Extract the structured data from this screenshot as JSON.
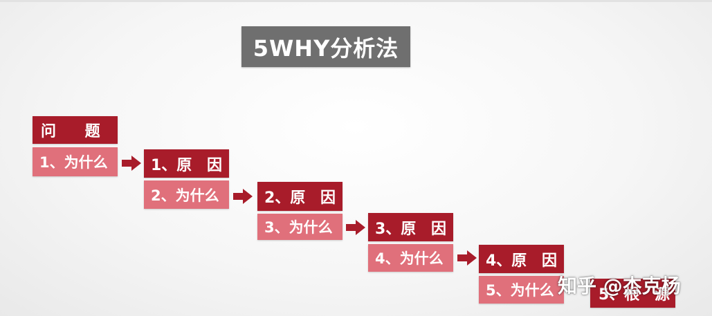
{
  "title": "5WHY分析法",
  "steps": [
    {
      "top": "问 题",
      "bottom": "1、为什么"
    },
    {
      "top": "1、原 因",
      "bottom": "2、为什么"
    },
    {
      "top": "2、原 因",
      "bottom": "3、为什么"
    },
    {
      "top": "3、原 因",
      "bottom": "4、为什么"
    },
    {
      "top": "4、原 因",
      "bottom": "5、为什么"
    },
    {
      "top": "5、根 源"
    }
  ],
  "watermark": "知乎 @杰克杨",
  "colors": {
    "title_bg": "#6f6f6f",
    "dark_red": "#a81c2a",
    "light_red": "#e0707b"
  },
  "icons": [
    "arrow-right-icon"
  ]
}
